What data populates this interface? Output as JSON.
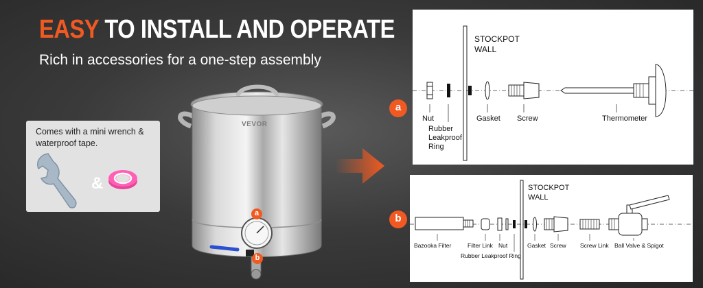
{
  "headline": {
    "accent": "EASY",
    "rest": " TO INSTALL AND OPERATE"
  },
  "subline": "Rich in accessories for a one-step assembly",
  "accessories": {
    "text": "Comes with a mini wrench & waterproof tape.",
    "amp": "&"
  },
  "brand": "VEVOR",
  "pot_badges": {
    "a": "a",
    "b": "b"
  },
  "colors": {
    "accent": "#f05a22",
    "panel": "#ffffff",
    "box": "#e2e2e2"
  },
  "diagram_a": {
    "badge": "a",
    "wall_line1": "STOCKPOT",
    "wall_line2": "WALL",
    "parts": {
      "nut": "Nut",
      "ring_line1": "Rubber",
      "ring_line2": "Leakproof",
      "ring_line3": "Ring",
      "gasket": "Gasket",
      "screw": "Screw",
      "thermometer": "Thermometer"
    }
  },
  "diagram_b": {
    "badge": "b",
    "wall_line1": "STOCKPOT",
    "wall_line2": "WALL",
    "parts": {
      "bazooka": "Bazooka Filter",
      "filter_link": "Filter Link",
      "nut": "Nut",
      "ring": "Rubber Leakproof Ring",
      "gasket": "Gasket",
      "screw": "Screw",
      "screw_link": "Screw Link",
      "valve": "Ball Valve & Spigot"
    }
  }
}
